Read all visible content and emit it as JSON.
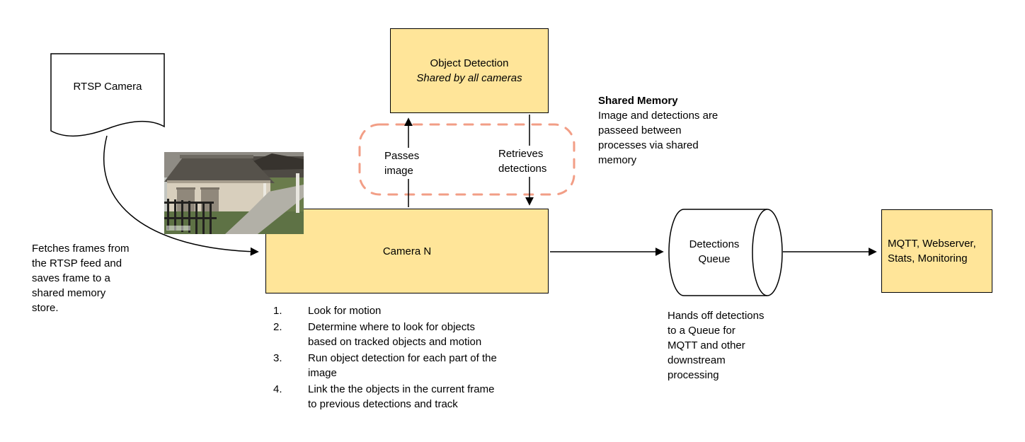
{
  "colors": {
    "box_fill": "#ffe599",
    "box_border": "#000000",
    "shared_memory_dash": "#f29e86",
    "arrow": "#000000",
    "background": "#ffffff"
  },
  "nodes": {
    "rtsp_camera": {
      "label": "RTSP Camera"
    },
    "object_detection": {
      "title": "Object Detection",
      "subtitle": "Shared by all cameras"
    },
    "camera_n": {
      "label": "Camera N"
    },
    "detections_queue": {
      "label": "Detections\nQueue"
    },
    "outputs": {
      "label": "MQTT, Webserver,\nStats, Monitoring"
    }
  },
  "edge_labels": {
    "passes_image": "Passes\nimage",
    "retrieves_detections": "Retrieves\ndetections"
  },
  "notes": {
    "shared_memory_title": "Shared Memory",
    "shared_memory_body": "Image and detections are\npasseed between\nprocesses via shared\nmemory",
    "fetch_note": "Fetches frames from\nthe RTSP feed and\nsaves frame to a\nshared memory\nstore.",
    "handoff_note": "Hands off detections\nto a Queue for\nMQTT and other\ndownstream\nprocessing"
  },
  "camera_steps": [
    {
      "num": "1.",
      "text": "Look for motion"
    },
    {
      "num": "2.",
      "text": "Determine where to look for objects\nbased on tracked objects and motion"
    },
    {
      "num": "3.",
      "text": "Run object detection for each part of the\nimage"
    },
    {
      "num": "4.",
      "text": "Link the the objects in the current frame\nto previous detections and track"
    }
  ]
}
